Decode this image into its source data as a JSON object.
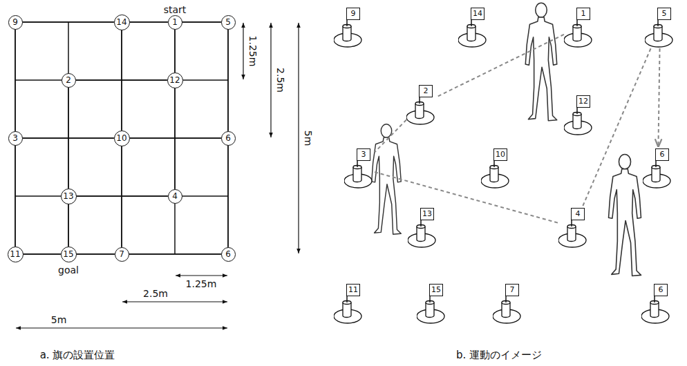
{
  "diagram": {
    "nodes": [
      {
        "text": [
          "9"
        ]
      },
      {
        "text": [
          "14"
        ]
      },
      {
        "text": [
          "1"
        ]
      },
      {
        "text": [
          "5"
        ]
      },
      {
        "text": [
          "2"
        ]
      },
      {
        "text": [
          "12"
        ]
      },
      {
        "text": [
          "3"
        ]
      },
      {
        "text": [
          "10"
        ]
      },
      {
        "text": [
          "6"
        ]
      },
      {
        "text": [
          "13"
        ]
      },
      {
        "text": [
          "4"
        ]
      },
      {
        "text": [
          "11"
        ]
      },
      {
        "text": [
          "15"
        ]
      },
      {
        "text": [
          "7"
        ]
      },
      {
        "text": [
          "6"
        ]
      },
      {
        "text": [
          "9"
        ]
      },
      {
        "text": [
          "14"
        ]
      },
      {
        "text": [
          "1"
        ]
      },
      {
        "text": [
          "5"
        ]
      },
      {
        "text": [
          "2"
        ]
      },
      {
        "text": [
          "12"
        ]
      },
      {
        "text": [
          "3"
        ]
      },
      {
        "text": [
          "10"
        ]
      },
      {
        "text": [
          "6"
        ]
      },
      {
        "text": [
          "13"
        ]
      },
      {
        "text": [
          "4"
        ]
      },
      {
        "text": [
          "11"
        ]
      },
      {
        "text": [
          "15"
        ]
      },
      {
        "text": [
          "7"
        ]
      },
      {
        "text": [
          "6"
        ]
      }
    ],
    "edges": [
      {
        "from": 0,
        "to": 1,
        "arrow": "none"
      },
      {
        "from": 1,
        "to": 2,
        "arrow": "none"
      },
      {
        "from": 2,
        "to": 3,
        "arrow": "none"
      },
      {
        "from": 4,
        "to": 5,
        "arrow": "none"
      },
      {
        "from": 6,
        "to": 7,
        "arrow": "none"
      },
      {
        "from": 7,
        "to": 8,
        "arrow": "none"
      },
      {
        "from": 9,
        "to": 10,
        "arrow": "none"
      },
      {
        "from": 11,
        "to": 12,
        "arrow": "none"
      },
      {
        "from": 12,
        "to": 13,
        "arrow": "none"
      },
      {
        "from": 13,
        "to": 14,
        "arrow": "none"
      },
      {
        "from": 0,
        "to": 6,
        "arrow": "none"
      },
      {
        "from": 6,
        "to": 11,
        "arrow": "none"
      },
      {
        "from": 4,
        "to": 9,
        "arrow": "none"
      },
      {
        "from": 9,
        "to": 12,
        "arrow": "none"
      },
      {
        "from": 1,
        "to": 7,
        "arrow": "none"
      },
      {
        "from": 7,
        "to": 13,
        "arrow": "none"
      },
      {
        "from": 2,
        "to": 5,
        "arrow": "none"
      },
      {
        "from": 5,
        "to": 10,
        "arrow": "none"
      },
      {
        "from": 3,
        "to": 8,
        "arrow": "none"
      },
      {
        "from": 8,
        "to": 14,
        "arrow": "none"
      },
      {
        "from": 17,
        "to": 19,
        "arrow": "none"
      },
      {
        "from": 19,
        "to": 21,
        "arrow": "none"
      },
      {
        "from": 21,
        "to": 25,
        "arrow": "none"
      },
      {
        "from": 25,
        "to": 18,
        "arrow": "none"
      },
      {
        "from": 18,
        "to": 23,
        "arrow": "to"
      }
    ],
    "labels": [
      "start",
      "1.25m",
      "2.5m",
      "5m",
      "goal",
      "1.25m",
      "2.5m",
      "5m",
      "a. 旗の設置位置",
      "b. 運動のイメージ"
    ]
  }
}
